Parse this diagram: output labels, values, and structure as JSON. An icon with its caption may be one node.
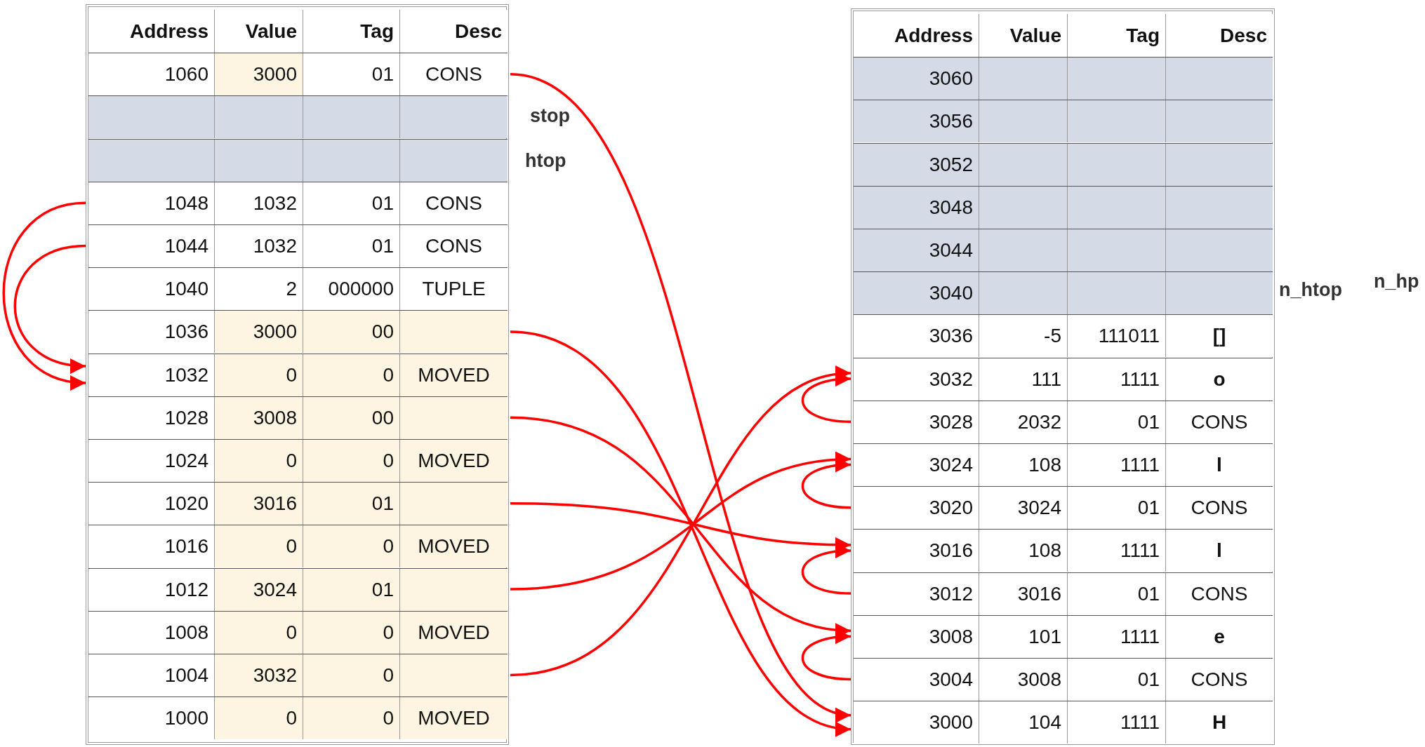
{
  "diagram": {
    "nodes": [
      {
        "text": [],
        "shape": "box"
      },
      {
        "text": [
          "Address",
          "Value",
          "Tag",
          "Desc"
        ],
        "in": 0
      },
      {
        "text": [
          "1060",
          "3000",
          "01",
          "CONS"
        ],
        "in": 0
      },
      {
        "text": [],
        "shape": "box",
        "in": 0
      },
      {
        "text": [],
        "shape": "box",
        "in": 0
      },
      {
        "text": [
          "1048",
          "1032",
          "01",
          "CONS"
        ],
        "in": 0
      },
      {
        "text": [
          "1044",
          "1032",
          "01",
          "CONS"
        ],
        "in": 0
      },
      {
        "text": [
          "1040",
          "2",
          "000000",
          "TUPLE"
        ],
        "in": 0
      },
      {
        "text": [
          "1036",
          "3000",
          "00"
        ],
        "in": 0
      },
      {
        "text": [
          "1032",
          "0",
          "0",
          "MOVED"
        ],
        "in": 0
      },
      {
        "text": [
          "1028",
          "3008",
          "00"
        ],
        "in": 0
      },
      {
        "text": [
          "1024",
          "0",
          "0",
          "MOVED"
        ],
        "in": 0
      },
      {
        "text": [
          "1020",
          "3016",
          "01"
        ],
        "in": 0
      },
      {
        "text": [
          "1016",
          "0",
          "0",
          "MOVED"
        ],
        "in": 0
      },
      {
        "text": [
          "1012",
          "3024",
          "01"
        ],
        "in": 0
      },
      {
        "text": [
          "1008",
          "0",
          "0",
          "MOVED"
        ],
        "in": 0
      },
      {
        "text": [
          "1004",
          "3032",
          "0"
        ],
        "in": 0
      },
      {
        "text": [
          "1000",
          "0",
          "0",
          "MOVED"
        ],
        "in": 0
      },
      {
        "text": [],
        "shape": "box"
      },
      {
        "text": [
          "Address",
          "Value",
          "Tag",
          "Desc"
        ],
        "in": 18
      },
      {
        "text": [
          "3060"
        ],
        "in": 18
      },
      {
        "text": [
          "3056"
        ],
        "in": 18
      },
      {
        "text": [
          "3052"
        ],
        "in": 18
      },
      {
        "text": [
          "3048"
        ],
        "in": 18
      },
      {
        "text": [
          "3044"
        ],
        "in": 18
      },
      {
        "text": [
          "3040"
        ],
        "in": 18
      },
      {
        "text": [
          "3036",
          "-5",
          "111011",
          "[]"
        ],
        "in": 18
      },
      {
        "text": [
          "3032",
          "111",
          "1111",
          "o"
        ],
        "in": 18
      },
      {
        "text": [
          "3028",
          "2032",
          "01",
          "CONS"
        ],
        "in": 18
      },
      {
        "text": [
          "3024",
          "108",
          "1111",
          "l"
        ],
        "in": 18
      },
      {
        "text": [
          "3020",
          "3024",
          "01",
          "CONS"
        ],
        "in": 18
      },
      {
        "text": [
          "3016",
          "108",
          "1111",
          "l"
        ],
        "in": 18
      },
      {
        "text": [
          "3012",
          "3016",
          "01",
          "CONS"
        ],
        "in": 18
      },
      {
        "text": [
          "3008",
          "101",
          "1111",
          "e"
        ],
        "in": 18
      },
      {
        "text": [
          "3004",
          "3008",
          "01",
          "CONS"
        ],
        "in": 18
      },
      {
        "text": [
          "3000",
          "104",
          "1111",
          "H"
        ],
        "in": 18
      }
    ],
    "edges": [
      {
        "from": 2,
        "to": 35,
        "arrow": "to"
      },
      {
        "from": 5,
        "to": 9,
        "arrow": "to"
      },
      {
        "from": 6,
        "to": 9,
        "arrow": "to"
      },
      {
        "from": 8,
        "to": 35,
        "arrow": "to"
      },
      {
        "from": 10,
        "to": 33,
        "arrow": "to"
      },
      {
        "from": 12,
        "to": 31,
        "arrow": "to"
      },
      {
        "from": 14,
        "to": 29,
        "arrow": "to"
      },
      {
        "from": 16,
        "to": 27,
        "arrow": "to"
      },
      {
        "from": 28,
        "to": 27,
        "arrow": "to"
      },
      {
        "from": 30,
        "to": 29,
        "arrow": "to"
      },
      {
        "from": 32,
        "to": 31,
        "arrow": "to"
      },
      {
        "from": 34,
        "to": 33,
        "arrow": "to"
      }
    ],
    "labels": [
      "stop",
      "htop",
      "n_htop",
      "n_hp"
    ]
  }
}
